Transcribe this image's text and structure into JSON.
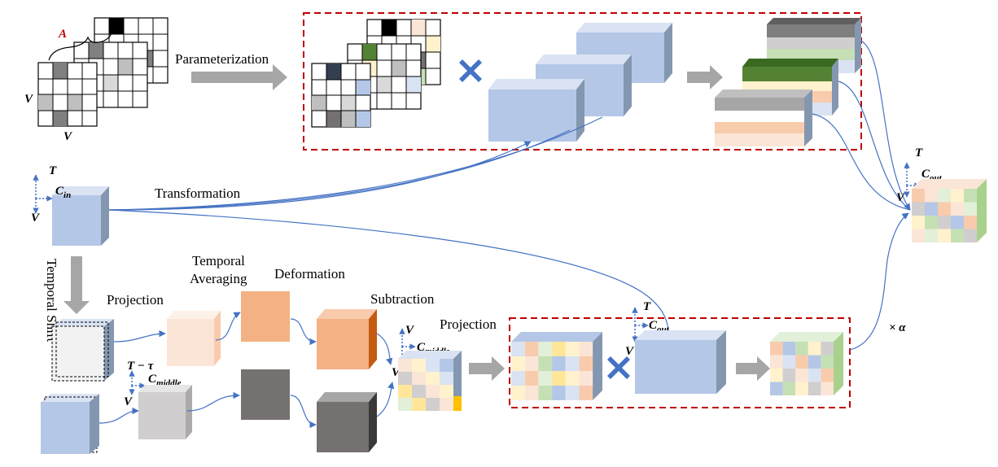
{
  "labels": {
    "parameterization": "Parameterization",
    "transformation": "Transformation",
    "temporal_shift": "Temporal Shift",
    "projection_1": "Projection",
    "temporal_averaging_1": "Temporal",
    "temporal_averaging_2": "Averaging",
    "deformation": "Deformation",
    "subtraction": "Subtraction",
    "projection_2": "Projection",
    "alpha": "× α"
  },
  "symbols": {
    "A": "A",
    "V": "V",
    "T": "T",
    "C": "C",
    "in": "in",
    "out": "out",
    "middle": "middle",
    "T_minus_tau": "T − τ"
  },
  "colors": {
    "blue_cube": "#b4c7e7",
    "peach": "#fbe5d6",
    "orange": "#f4b183",
    "dark_gray": "#767171",
    "light_gray": "#d0cece",
    "green": "#548235",
    "red_dashed": "#c00000",
    "arrow_gray": "#a6a6a6",
    "line_blue": "#4472c4"
  }
}
